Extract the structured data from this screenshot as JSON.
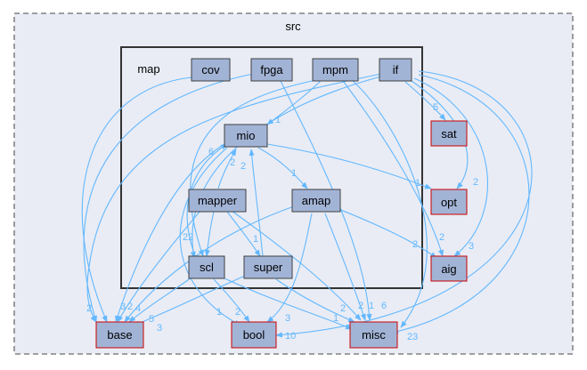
{
  "diagram": {
    "outer_cluster_label": "src",
    "inner_cluster_label": "map",
    "colors": {
      "edge": "#63b8ff",
      "node_fill": "#a2b4d6",
      "inner_node_border": "#404040",
      "external_node_fill": "#e0e0e0",
      "external_node_border": "#cc0000",
      "outer_cluster_fill": "#e9ecf5",
      "outer_cluster_border": "#6b6b6b",
      "inner_cluster_border": "#333333"
    },
    "nodes": {
      "cov": "cov",
      "fpga": "fpga",
      "mpm": "mpm",
      "if": "if",
      "mio": "mio",
      "mapper": "mapper",
      "amap": "amap",
      "scl": "scl",
      "super": "super",
      "sat": "sat",
      "opt": "opt",
      "aig": "aig",
      "base": "base",
      "bool": "bool",
      "misc": "misc"
    },
    "edge_labels": {
      "if_sat": "5",
      "mpm_mio": "1",
      "mio_amap": "1",
      "mio_opt": "1",
      "if_opt": "2",
      "mapper_mio": "2",
      "super_mio": "2",
      "mapper_super": "1",
      "scl_mio": "6",
      "mapper_scl": "22",
      "amap_aig": "2",
      "if_aig_a": "2",
      "if_aig_b": "3",
      "to_base_a": "2",
      "to_base_b": "3",
      "to_base_c": "2",
      "to_base_d": "4",
      "to_base_e": "5",
      "to_base_f": "3",
      "to_bool_a": "1",
      "to_bool_b": "2",
      "to_bool_c": "3",
      "to_bool_d": "10",
      "to_misc_a": "1",
      "to_misc_b": "2",
      "to_misc_c": "2",
      "to_misc_d": "1",
      "to_misc_e": "6",
      "to_misc_f": "23"
    }
  }
}
